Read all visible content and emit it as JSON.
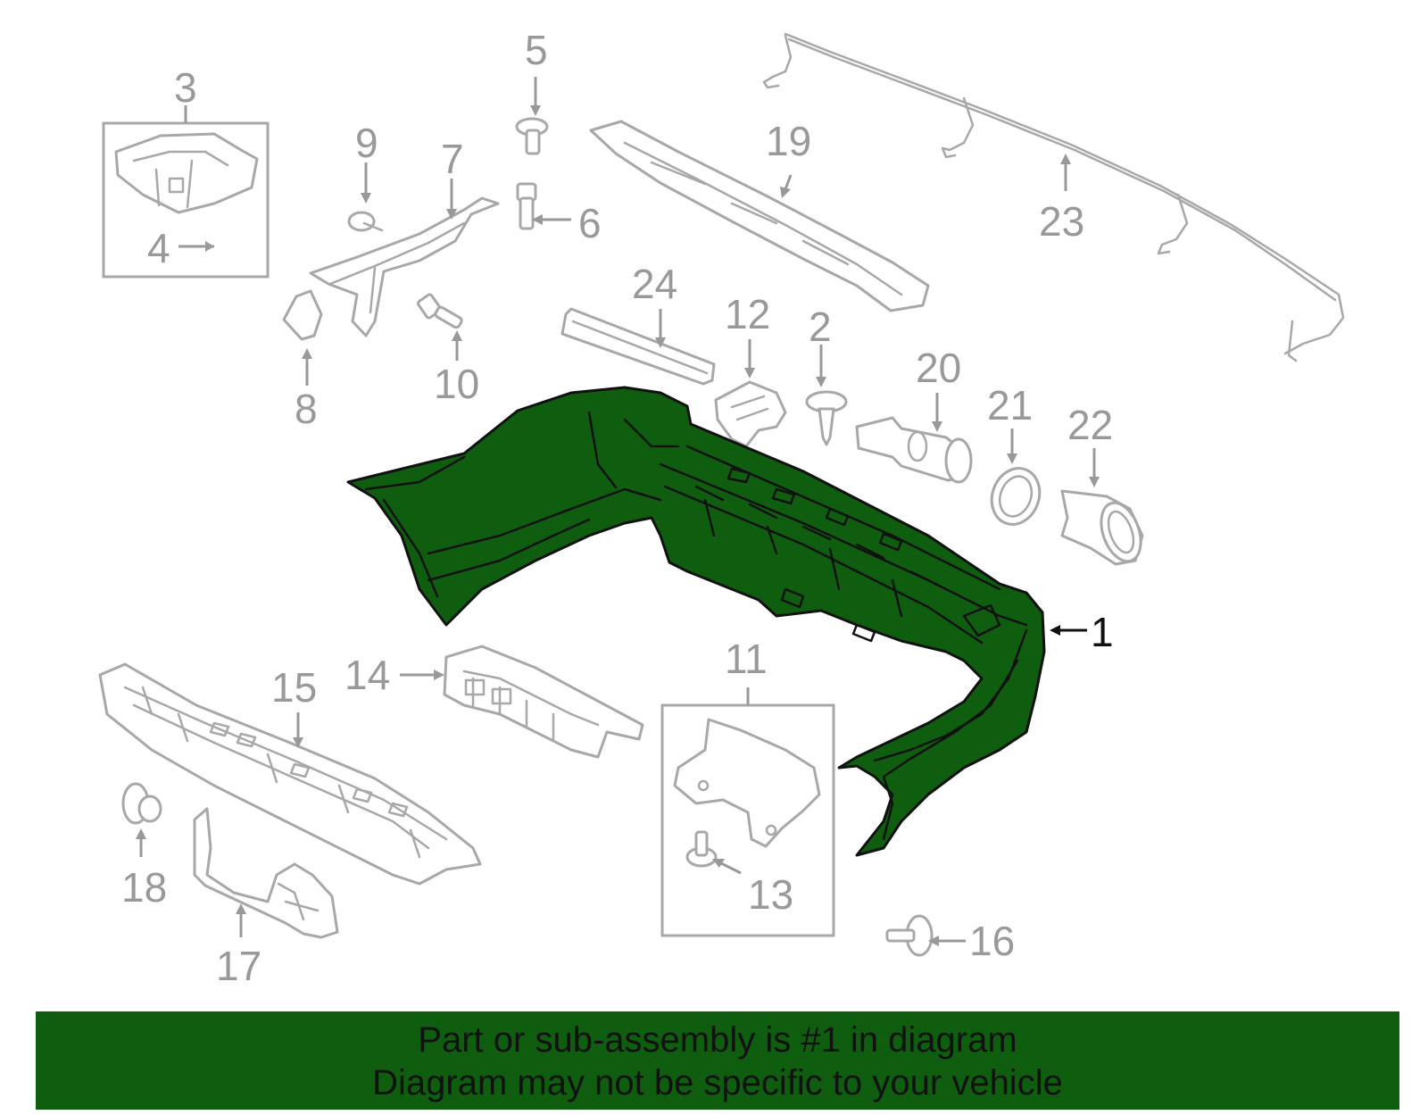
{
  "diagram": {
    "highlighted_part": "1",
    "highlight_color": "#0f5e0f",
    "callouts": {
      "c1": "1",
      "c2": "2",
      "c3": "3",
      "c4": "4",
      "c5": "5",
      "c6": "6",
      "c7": "7",
      "c8": "8",
      "c9": "9",
      "c10": "10",
      "c11": "11",
      "c12": "12",
      "c13": "13",
      "c14": "14",
      "c15": "15",
      "c16": "16",
      "c17": "17",
      "c18": "18",
      "c19": "19",
      "c20": "20",
      "c21": "21",
      "c22": "22",
      "c23": "23",
      "c24": "24"
    }
  },
  "banner": {
    "line1": "Part or sub-assembly is #1 in diagram",
    "line2": "Diagram may not be specific to your vehicle",
    "background": "#0f5e0f"
  }
}
